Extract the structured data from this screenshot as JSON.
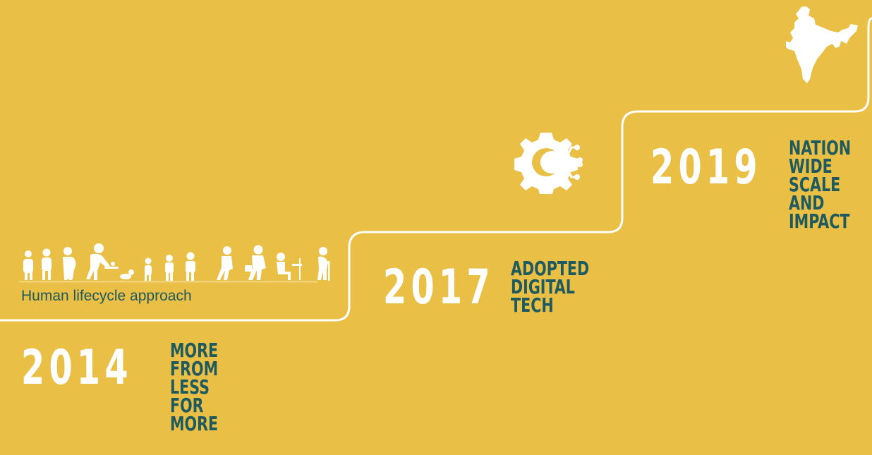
{
  "colors": {
    "background": "#EABF45",
    "line": "#FFFFFF",
    "year_text": "#FFFFFF",
    "tagline_text": "#1F5A5E",
    "icon": "#FFFFFF"
  },
  "milestones": [
    {
      "year": "2014",
      "tagline": [
        "MORE",
        "FROM",
        "LESS",
        "FOR",
        "MORE"
      ],
      "icon": "human-lifecycle-icon"
    },
    {
      "year": "2017",
      "tagline": [
        "ADOPTED",
        "DIGITAL",
        "TECH"
      ],
      "icon": "gear-circuit-icon"
    },
    {
      "year": "2019",
      "tagline": [
        "NATION",
        "WIDE",
        "SCALE",
        "AND",
        "IMPACT"
      ],
      "icon": "india-map-icon"
    }
  ],
  "lifecycle_caption": "Human lifecycle approach"
}
